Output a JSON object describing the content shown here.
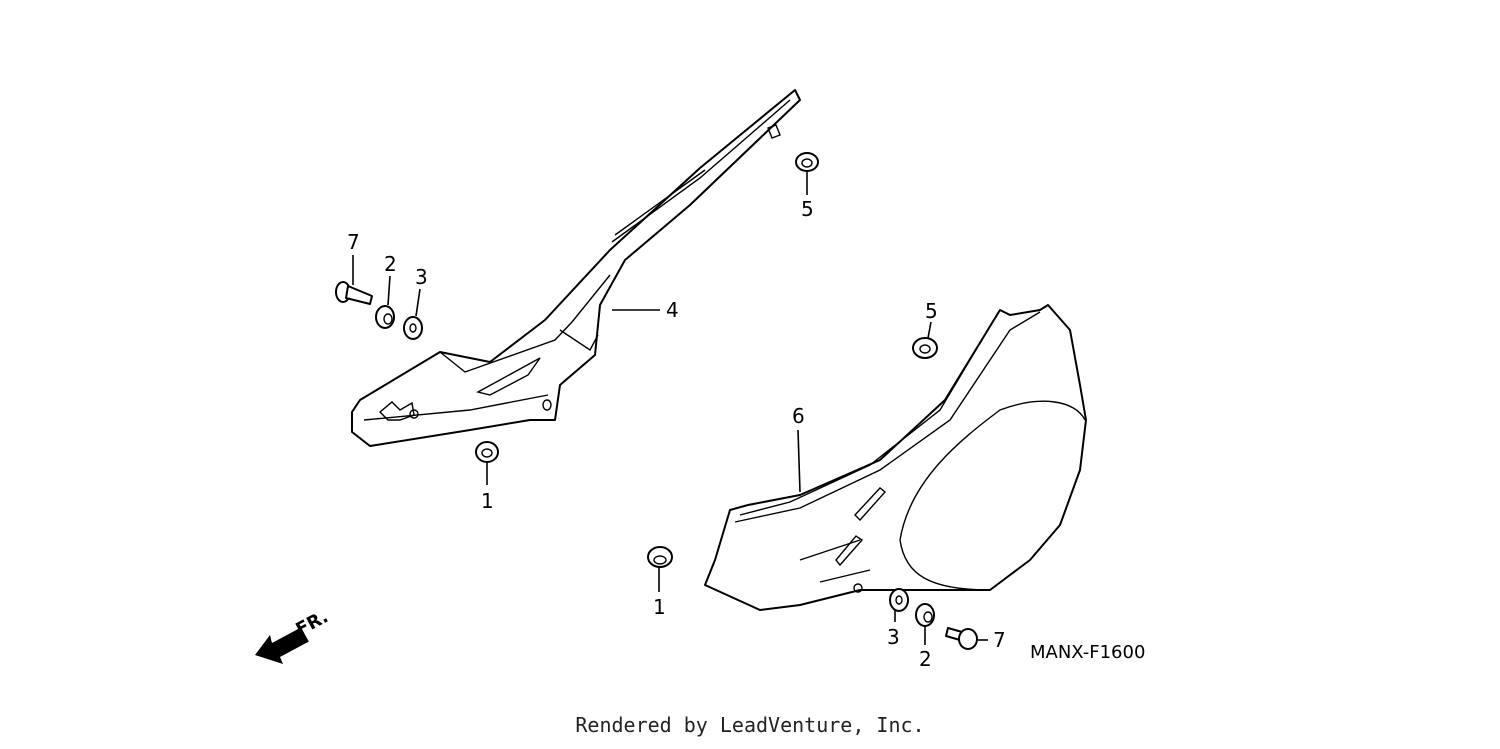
{
  "diagram": {
    "code": "MANX-F1600",
    "front_label": "FR.",
    "footer": "Rendered by LeadVenture, Inc.",
    "callouts": {
      "c1a": "1",
      "c1b": "1",
      "c2a": "2",
      "c2b": "2",
      "c3a": "3",
      "c3b": "3",
      "c4": "4",
      "c5a": "5",
      "c5b": "5",
      "c6": "6",
      "c7a": "7",
      "c7b": "7"
    }
  }
}
